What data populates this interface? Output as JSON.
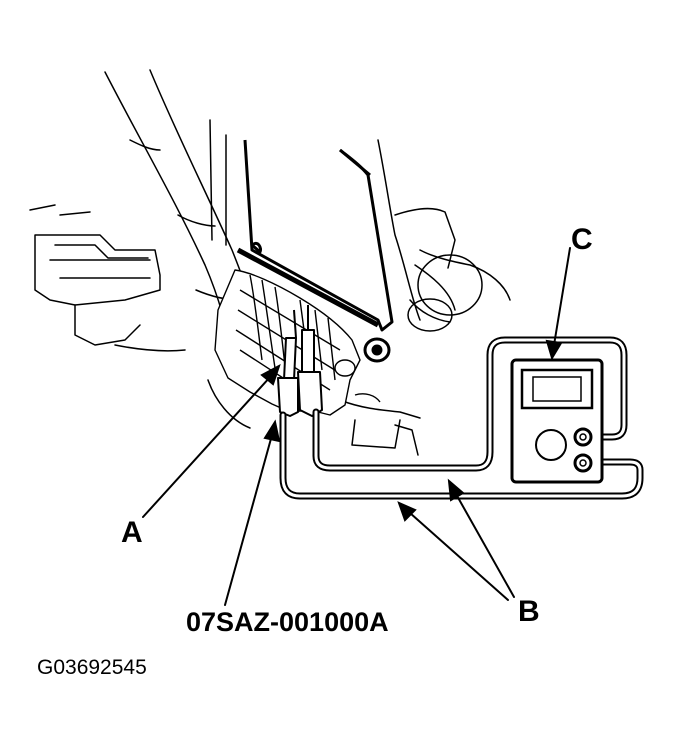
{
  "labels": {
    "a": "A",
    "b": "B",
    "c": "C",
    "part_number": "07SAZ-001000A",
    "figure_id": "G03692545"
  },
  "parts": {
    "a": "connector harness",
    "b": "test leads",
    "c": "digital multimeter"
  },
  "colors": {
    "line": "#000000",
    "fill": "#ffffff"
  }
}
